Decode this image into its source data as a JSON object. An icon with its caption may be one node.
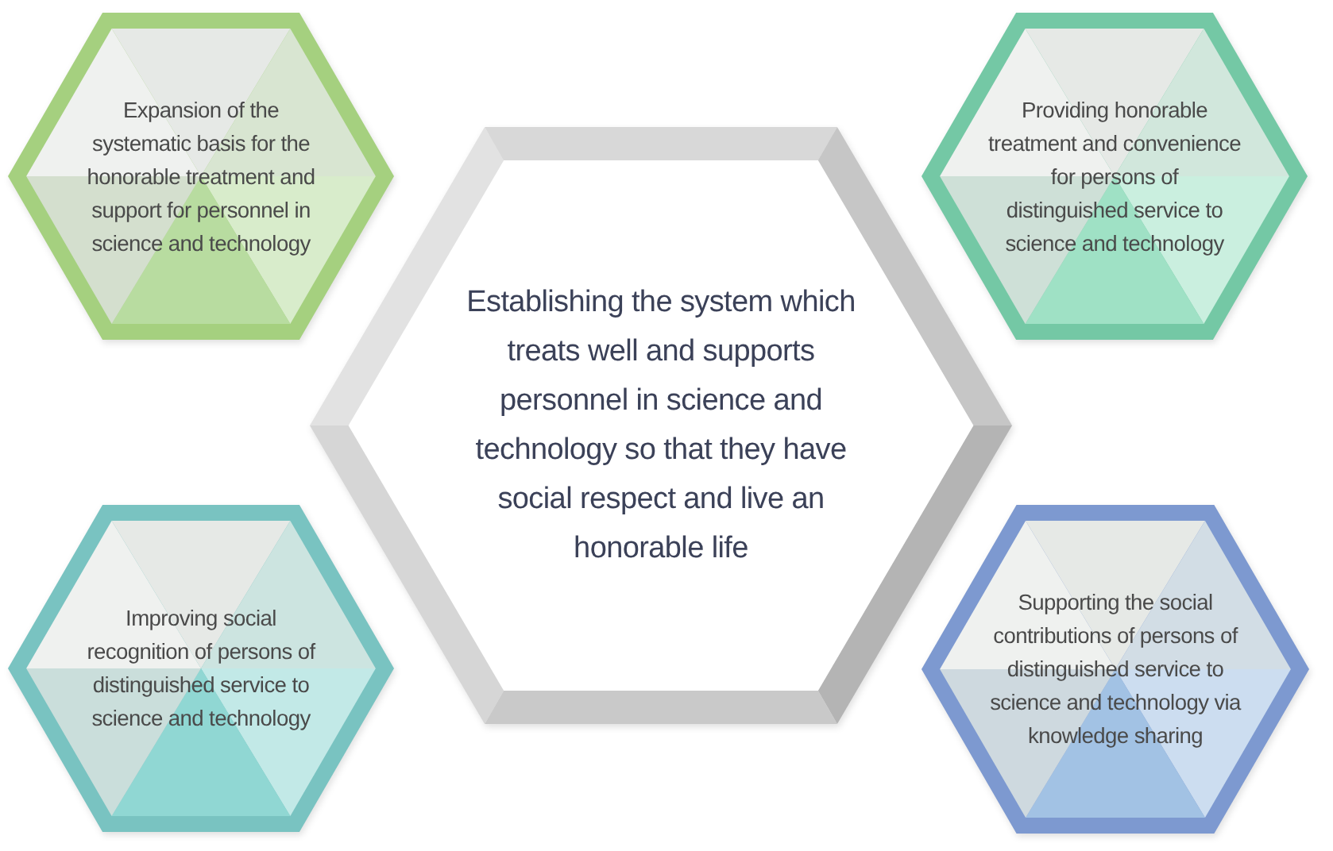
{
  "diagram": {
    "nodes": [
      {
        "text": [
          "Expansion of the systematic basis for the honorable treatment and support for personnel in science and technology"
        ]
      },
      {
        "text": [
          "Providing honorable treatment and convenience for persons of distinguished service to science and technology"
        ]
      },
      {
        "text": [
          "Establishing the system which treats well and supports personnel in science and technology so that they have social respect and live an honorable life"
        ]
      },
      {
        "text": [
          "Improving social recognition of persons of distinguished service to science and technology"
        ]
      },
      {
        "text": [
          "Supporting the social contributions of persons of distinguished service to science and technology via knowledge sharing"
        ]
      }
    ]
  }
}
